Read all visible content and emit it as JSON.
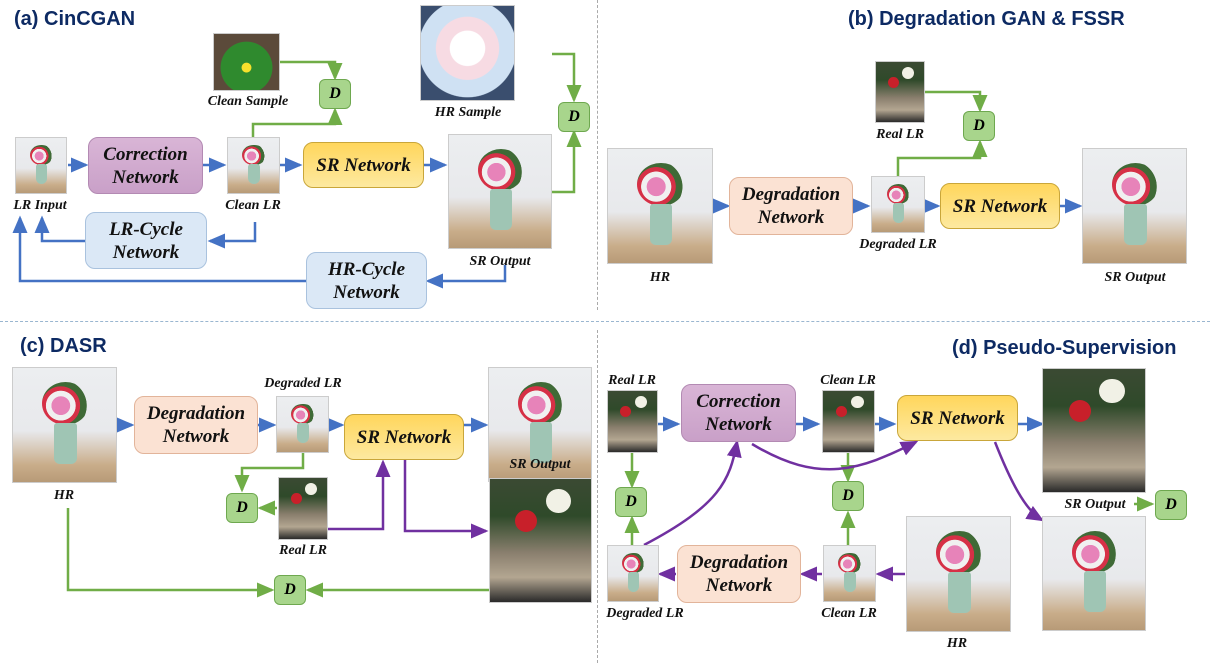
{
  "colors": {
    "title": "#0d2a63",
    "flow_arrow": "#4472c4",
    "discriminator_arrow": "#70ad47",
    "training_arrow": "#7030a0"
  },
  "panel_a": {
    "title": "(a) CinCGAN",
    "correction": "Correction Network",
    "sr": "SR Network",
    "lr_cycle": "LR-Cycle Network",
    "hr_cycle": "HR-Cycle Network",
    "labels": {
      "lr_input": "LR Input",
      "clean_lr": "Clean LR",
      "clean_sample": "Clean Sample",
      "hr_sample": "HR Sample",
      "sr_output": "SR Output"
    },
    "d": "D"
  },
  "panel_b": {
    "title": "(b) Degradation GAN & FSSR",
    "degradation": "Degradation Network",
    "sr": "SR Network",
    "labels": {
      "hr": "HR",
      "degraded_lr": "Degraded LR",
      "real_lr": "Real LR",
      "sr_output": "SR Output"
    },
    "d": "D"
  },
  "panel_c": {
    "title": "(c) DASR",
    "degradation": "Degradation Network",
    "sr": "SR Network",
    "labels": {
      "hr": "HR",
      "degraded_lr": "Degraded LR",
      "real_lr": "Real LR",
      "sr_output": "SR Output"
    },
    "d": "D"
  },
  "panel_d": {
    "title": "(d) Pseudo-Supervision",
    "correction": "Correction Network",
    "sr": "SR Network",
    "degradation": "Degradation Network",
    "labels": {
      "real_lr": "Real LR",
      "clean_lr_top": "Clean LR",
      "degraded_lr": "Degraded LR",
      "clean_lr_bottom": "Clean LR",
      "hr": "HR",
      "sr_output": "SR Output"
    },
    "d": "D"
  }
}
